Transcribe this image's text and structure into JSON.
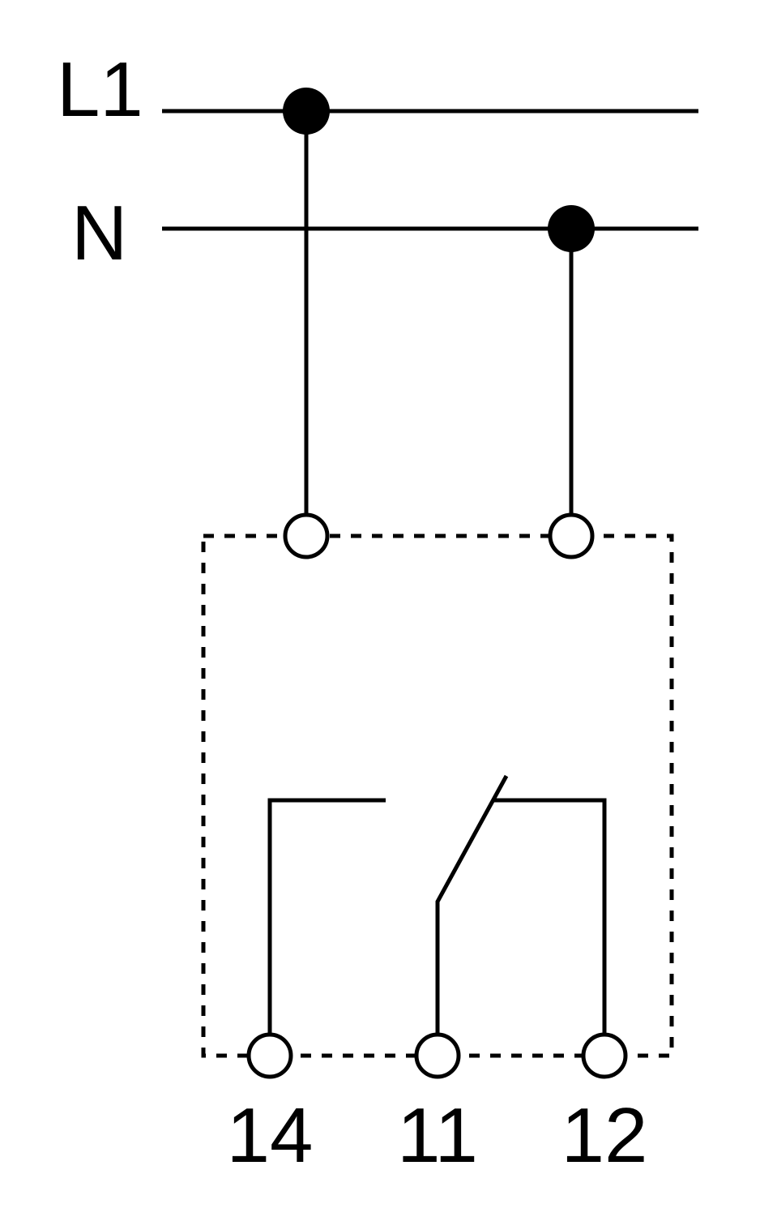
{
  "diagram": {
    "supply_lines": {
      "line_label": "L1",
      "neutral_label": "N"
    },
    "terminals": {
      "no_label": "14",
      "com_label": "11",
      "nc_label": "12"
    },
    "colors": {
      "stroke": "#000000",
      "background": "#ffffff"
    }
  }
}
